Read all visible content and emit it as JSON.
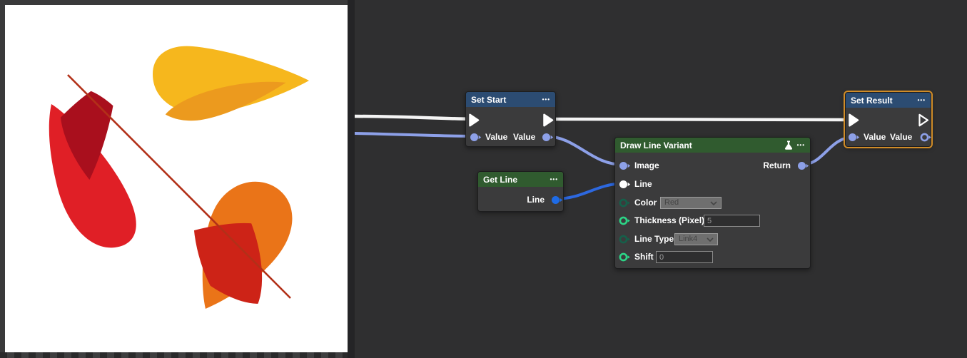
{
  "colors": {
    "bg_graph": "#2f2f30",
    "bg_panel": "#3a3a3b",
    "panel_divider": "#242426",
    "canvas_bg": "#ffffff",
    "checker_dark": "#2a2a2b",
    "checker_light": "#3e3e3f",
    "node_body": "#3b3b3c",
    "node_border": "#1d1d1e",
    "header_blue": "#2c4c72",
    "header_green": "#305b2f",
    "selection_outline": "#d08c28",
    "text_primary": "#ffffff",
    "port_value": "#8da0e8",
    "port_exec": "#ffffff",
    "port_blue": "#1e6be6",
    "port_green_bright": "#2cd687",
    "port_teal_dim": "#15604a",
    "wire_exec": "#f4f4f4",
    "wire_value": "#8da0e8",
    "wire_blue": "#2d68df",
    "input_bg": "#2e2e2f",
    "input_border": "#8a8a8a",
    "input_text": "#9b9b9b",
    "select_bg": "#6f6f6f",
    "select_border": "#9c9c9c",
    "select_text": "#454545",
    "shape_yellow": "#f6b71d",
    "shape_yellow_shade": "#ec9a1e",
    "shape_red": "#e01f26",
    "shape_red_shade": "#a90f1d",
    "shape_orange": "#ea7418",
    "shape_orange_shade": "#cd2317",
    "draw_line": "#b23018"
  },
  "icons": {
    "menu_dots": "•••"
  },
  "preview": {
    "shapes": [
      "yellow-petal",
      "red-petal",
      "orange-petal",
      "diagonal-red-line"
    ]
  },
  "graph": {
    "nodes": {
      "set_start": {
        "title": "Set Start",
        "in_value_label": "Value",
        "out_value_label": "Value"
      },
      "get_line": {
        "title": "Get Line",
        "out_line_label": "Line"
      },
      "draw_line_variant": {
        "title": "Draw Line Variant",
        "in_image_label": "Image",
        "in_line_label": "Line",
        "color_label": "Color",
        "color_value": "Red",
        "thickness_label": "Thickness (Pixel)",
        "thickness_value": "5",
        "line_type_label": "Line Type",
        "line_type_value": "Link4",
        "shift_label": "Shift",
        "shift_value": "0",
        "return_label": "Return"
      },
      "set_result": {
        "title": "Set Result",
        "in_value_label": "Value",
        "out_value_label": "Value"
      }
    }
  }
}
